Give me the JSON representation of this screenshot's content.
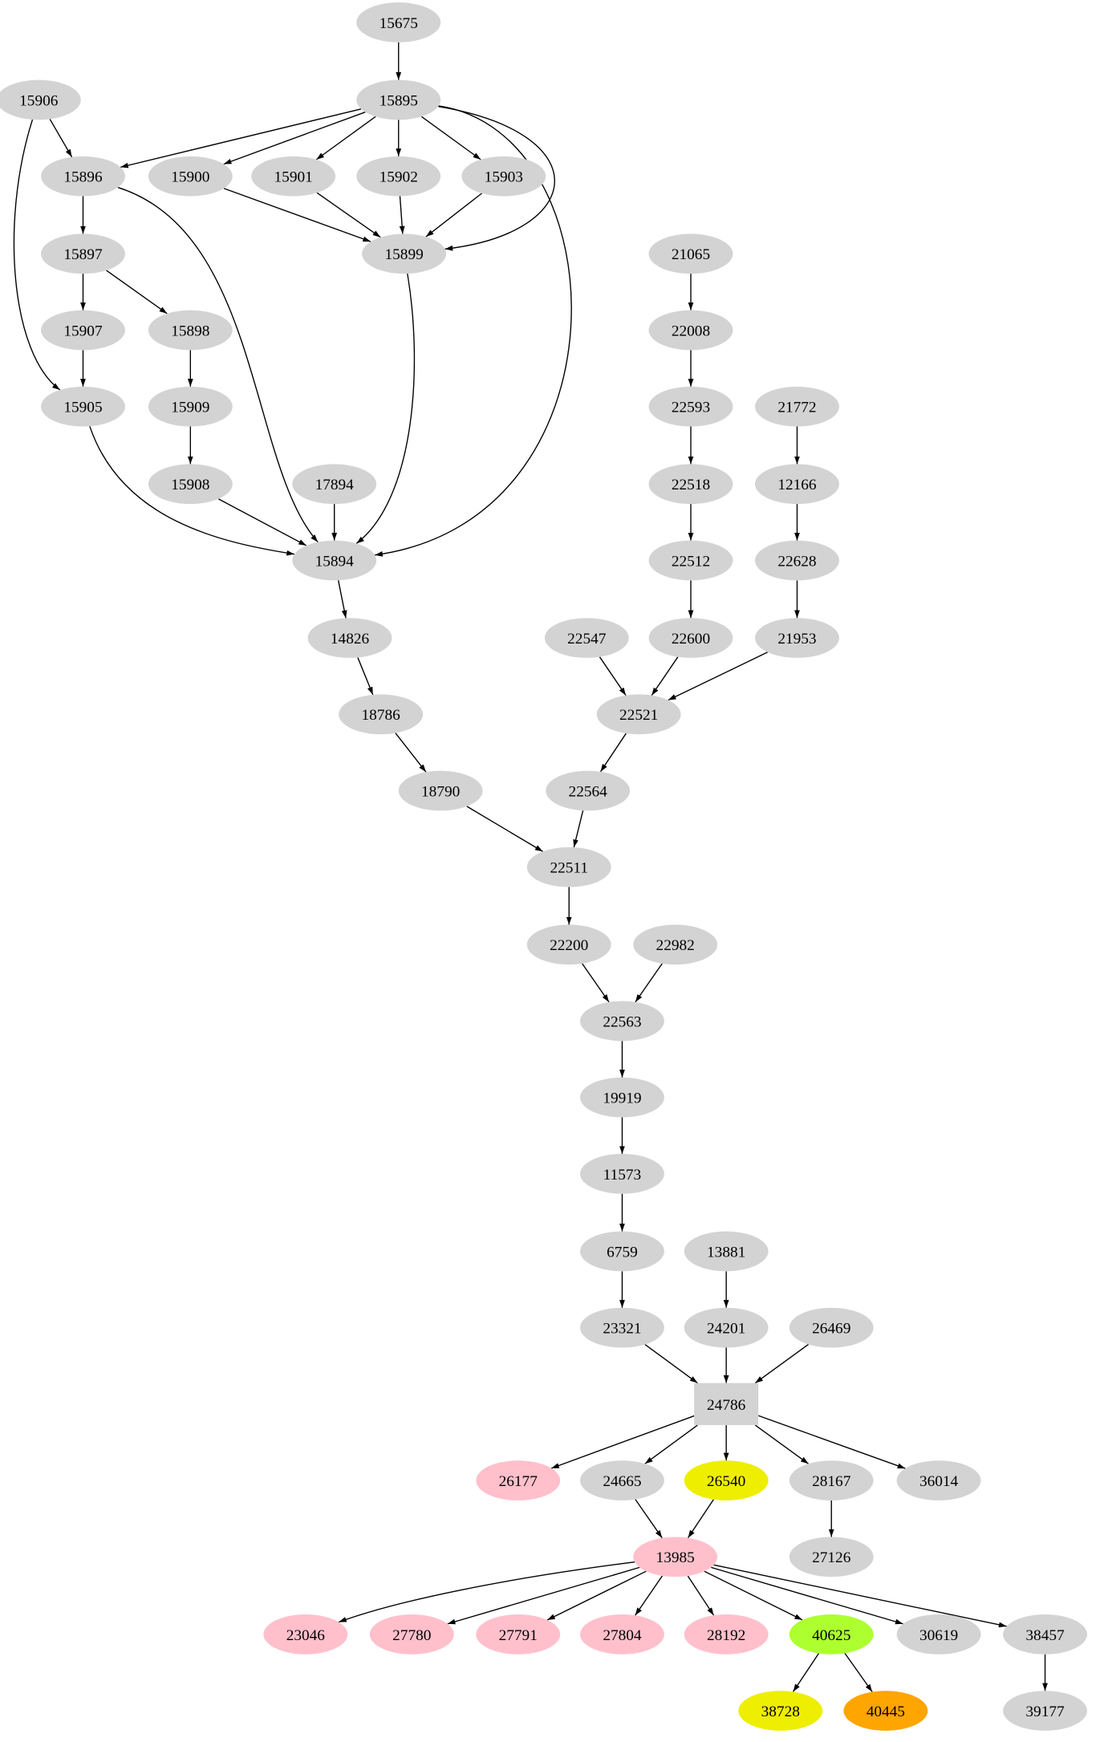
{
  "colors": {
    "default": "#d3d3d3",
    "pink": "#ffc0cb",
    "yellow": "#eeee00",
    "green": "#adff2f",
    "orange": "#ffa500",
    "edge": "#000000"
  },
  "nodes": [
    {
      "id": "15675",
      "color": "default"
    },
    {
      "id": "15906",
      "color": "default"
    },
    {
      "id": "15895",
      "color": "default"
    },
    {
      "id": "15896",
      "color": "default"
    },
    {
      "id": "15900",
      "color": "default"
    },
    {
      "id": "15901",
      "color": "default"
    },
    {
      "id": "15902",
      "color": "default"
    },
    {
      "id": "15903",
      "color": "default"
    },
    {
      "id": "15899",
      "color": "default"
    },
    {
      "id": "21065",
      "color": "default"
    },
    {
      "id": "15897",
      "color": "default"
    },
    {
      "id": "15907",
      "color": "default"
    },
    {
      "id": "15898",
      "color": "default"
    },
    {
      "id": "22008",
      "color": "default"
    },
    {
      "id": "15905",
      "color": "default"
    },
    {
      "id": "15909",
      "color": "default"
    },
    {
      "id": "22593",
      "color": "default"
    },
    {
      "id": "21772",
      "color": "default"
    },
    {
      "id": "15908",
      "color": "default"
    },
    {
      "id": "17894",
      "color": "default"
    },
    {
      "id": "22518",
      "color": "default"
    },
    {
      "id": "12166",
      "color": "default"
    },
    {
      "id": "15894",
      "color": "default"
    },
    {
      "id": "22512",
      "color": "default"
    },
    {
      "id": "22628",
      "color": "default"
    },
    {
      "id": "14826",
      "color": "default"
    },
    {
      "id": "22547",
      "color": "default"
    },
    {
      "id": "22600",
      "color": "default"
    },
    {
      "id": "21953",
      "color": "default"
    },
    {
      "id": "18786",
      "color": "default"
    },
    {
      "id": "22521",
      "color": "default"
    },
    {
      "id": "18790",
      "color": "default"
    },
    {
      "id": "22564",
      "color": "default"
    },
    {
      "id": "22511",
      "color": "default"
    },
    {
      "id": "22200",
      "color": "default"
    },
    {
      "id": "22982",
      "color": "default"
    },
    {
      "id": "22563",
      "color": "default"
    },
    {
      "id": "19919",
      "color": "default"
    },
    {
      "id": "11573",
      "color": "default"
    },
    {
      "id": "6759",
      "color": "default"
    },
    {
      "id": "13881",
      "color": "default"
    },
    {
      "id": "23321",
      "color": "default"
    },
    {
      "id": "24201",
      "color": "default"
    },
    {
      "id": "26469",
      "color": "default"
    },
    {
      "id": "24786",
      "color": "default",
      "shape": "box"
    },
    {
      "id": "26177",
      "color": "pink"
    },
    {
      "id": "24665",
      "color": "default"
    },
    {
      "id": "26540",
      "color": "yellow"
    },
    {
      "id": "28167",
      "color": "default"
    },
    {
      "id": "36014",
      "color": "default"
    },
    {
      "id": "13985",
      "color": "pink"
    },
    {
      "id": "27126",
      "color": "default"
    },
    {
      "id": "23046",
      "color": "pink"
    },
    {
      "id": "27780",
      "color": "pink"
    },
    {
      "id": "27791",
      "color": "pink"
    },
    {
      "id": "27804",
      "color": "pink"
    },
    {
      "id": "28192",
      "color": "pink"
    },
    {
      "id": "40625",
      "color": "green"
    },
    {
      "id": "30619",
      "color": "default"
    },
    {
      "id": "38457",
      "color": "default"
    },
    {
      "id": "38728",
      "color": "yellow"
    },
    {
      "id": "40445",
      "color": "orange"
    },
    {
      "id": "39177",
      "color": "default"
    }
  ],
  "edges": [
    [
      "15675",
      "15895"
    ],
    [
      "15906",
      "15896"
    ],
    [
      "15906",
      "15905"
    ],
    [
      "15895",
      "15896"
    ],
    [
      "15895",
      "15900"
    ],
    [
      "15895",
      "15901"
    ],
    [
      "15895",
      "15902"
    ],
    [
      "15895",
      "15903"
    ],
    [
      "15895",
      "15899"
    ],
    [
      "15895",
      "15894"
    ],
    [
      "15896",
      "15897"
    ],
    [
      "15896",
      "15894"
    ],
    [
      "15900",
      "15899"
    ],
    [
      "15901",
      "15899"
    ],
    [
      "15902",
      "15899"
    ],
    [
      "15903",
      "15899"
    ],
    [
      "15899",
      "15894"
    ],
    [
      "15897",
      "15907"
    ],
    [
      "15897",
      "15898"
    ],
    [
      "15907",
      "15905"
    ],
    [
      "15898",
      "15909"
    ],
    [
      "15909",
      "15908"
    ],
    [
      "15905",
      "15894"
    ],
    [
      "15908",
      "15894"
    ],
    [
      "17894",
      "15894"
    ],
    [
      "15894",
      "14826"
    ],
    [
      "14826",
      "18786"
    ],
    [
      "18786",
      "18790"
    ],
    [
      "18790",
      "22511"
    ],
    [
      "21065",
      "22008"
    ],
    [
      "22008",
      "22593"
    ],
    [
      "22593",
      "22518"
    ],
    [
      "22518",
      "22512"
    ],
    [
      "22512",
      "22600"
    ],
    [
      "22600",
      "22521"
    ],
    [
      "22547",
      "22521"
    ],
    [
      "21953",
      "22521"
    ],
    [
      "21772",
      "12166"
    ],
    [
      "12166",
      "22628"
    ],
    [
      "22628",
      "21953"
    ],
    [
      "22521",
      "22564"
    ],
    [
      "22564",
      "22511"
    ],
    [
      "22511",
      "22200"
    ],
    [
      "22200",
      "22563"
    ],
    [
      "22982",
      "22563"
    ],
    [
      "22563",
      "19919"
    ],
    [
      "19919",
      "11573"
    ],
    [
      "11573",
      "6759"
    ],
    [
      "6759",
      "23321"
    ],
    [
      "23321",
      "24786"
    ],
    [
      "13881",
      "24201"
    ],
    [
      "24201",
      "24786"
    ],
    [
      "26469",
      "24786"
    ],
    [
      "24786",
      "26177"
    ],
    [
      "24786",
      "24665"
    ],
    [
      "24786",
      "26540"
    ],
    [
      "24786",
      "28167"
    ],
    [
      "24786",
      "36014"
    ],
    [
      "24665",
      "13985"
    ],
    [
      "26540",
      "13985"
    ],
    [
      "28167",
      "27126"
    ],
    [
      "13985",
      "23046"
    ],
    [
      "13985",
      "27780"
    ],
    [
      "13985",
      "27791"
    ],
    [
      "13985",
      "27804"
    ],
    [
      "13985",
      "28192"
    ],
    [
      "13985",
      "40625"
    ],
    [
      "13985",
      "30619"
    ],
    [
      "13985",
      "38457"
    ],
    [
      "40625",
      "38728"
    ],
    [
      "40625",
      "40445"
    ],
    [
      "38457",
      "39177"
    ]
  ]
}
